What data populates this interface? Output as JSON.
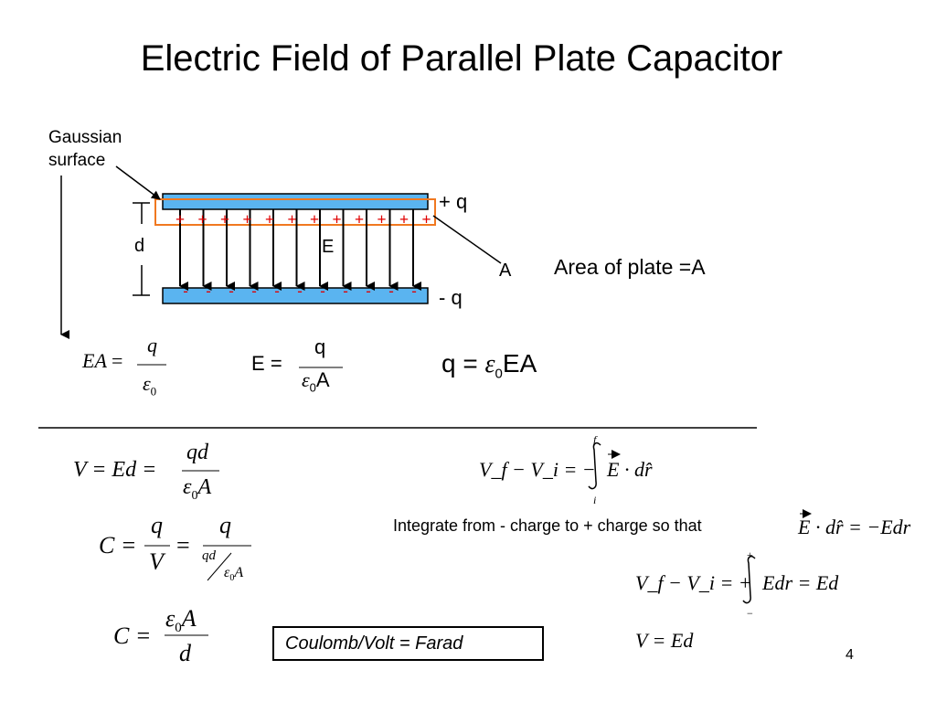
{
  "title": "Electric Field of Parallel Plate Capacitor",
  "diagram": {
    "gaussian_surface_label": [
      "Gaussian",
      "surface"
    ],
    "plus_q_label": "+ q",
    "minus_q_label": "- q",
    "d_label": "d",
    "field_label": "E",
    "area_label": "A",
    "plus_sign": "+",
    "minus_sign": "-"
  },
  "area_text": "Area of plate =A",
  "equations": {
    "ea_lhs": "EA",
    "eq_sign": "=",
    "q": "q",
    "eps0": "ε",
    "zero": "0",
    "E": "E",
    "A": "A",
    "q_eps_EA": [
      "q",
      "=",
      "ε",
      "0",
      "EA"
    ],
    "v_eq": "V = Ed =",
    "qd": "qd",
    "vf_vi_upper": "f",
    "vf_vi_lower": "i",
    "vf_vi_eq": "V_f − V_i = −",
    "integrand1": "E · dr̂",
    "integrate_text": "Integrate from - charge to + charge so that",
    "dot_rel": "E · dr̂ = −Edr",
    "c_eq1_lhs": "C =",
    "V": "V",
    "vf_vi_eq2": "V_f − V_i = +",
    "integrand2": "Edr = Ed",
    "int_upper2": "+",
    "int_lower2": "−",
    "c_eq2_lhs": "C =",
    "d": "d",
    "v_ed": "V = Ed"
  },
  "unit_box": "Coulomb/Volt = Farad",
  "page_number": "4",
  "colors": {
    "plate": "#5ab4f0",
    "gaussian_box": "#f07820",
    "plus_charge": "#e00000",
    "minus_charge": "#e00000"
  }
}
